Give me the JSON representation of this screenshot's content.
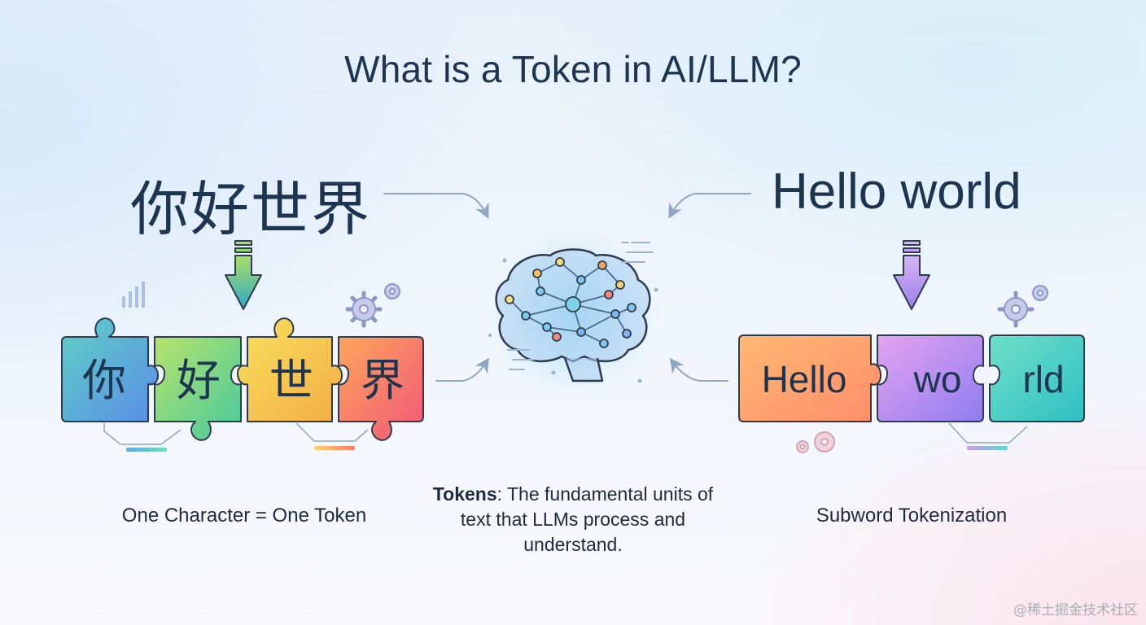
{
  "title": "What is a Token in AI/LLM?",
  "left": {
    "source_text": "你好世界",
    "tokens": [
      "你",
      "好",
      "世",
      "界"
    ],
    "caption": "One Character = One Token"
  },
  "right": {
    "source_text": "Hello world",
    "tokens": [
      "Hello",
      "wo",
      "rld"
    ],
    "caption": "Subword Tokenization"
  },
  "center": {
    "icon": "brain-network-icon",
    "definition_term": "Tokens",
    "definition_rest": ": The fundamental units of text that LLMs process and understand."
  },
  "watermark": "@稀土掘金技术社区",
  "colors": {
    "title": "#1d3550",
    "text": "#1d2b3d",
    "outline": "#2f3b4e",
    "arrow": "#8fa6c4"
  }
}
